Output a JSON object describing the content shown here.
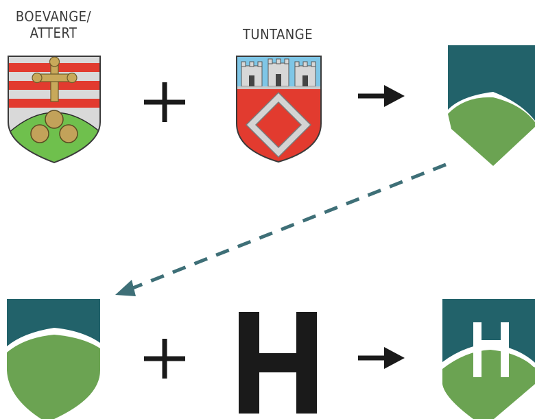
{
  "labels": {
    "boevange_line1": "BOEVANGE/",
    "boevange_line2": "ATTERT",
    "tuntange": "TUNTANGE"
  },
  "symbols": {
    "plus": "+",
    "arrow": "→",
    "letter": "H"
  },
  "colors": {
    "teal": "#22626a",
    "green": "#6ba352",
    "red": "#e23b2f",
    "sky": "#7fc6e6",
    "gold": "#c8a95a",
    "ink": "#1a1a1a"
  }
}
